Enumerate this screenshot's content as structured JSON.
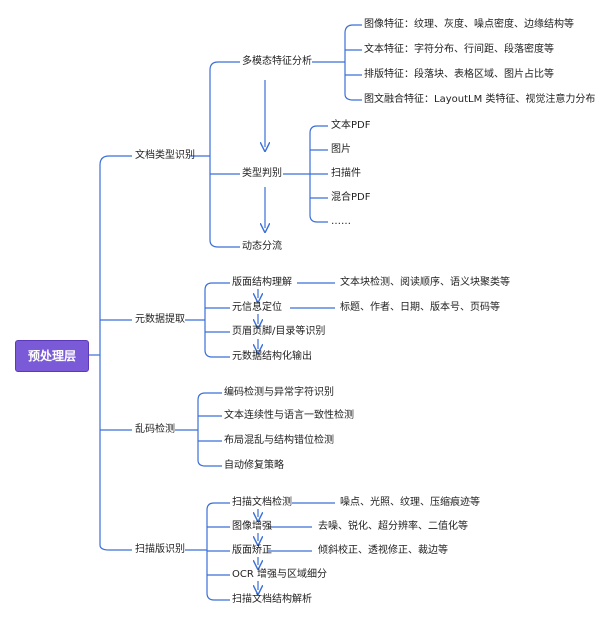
{
  "root": "预处理层",
  "branches": [
    {
      "label": "文档类型识别",
      "children": [
        {
          "label": "多模态特征分析",
          "items": [
            "图像特征：纹理、灰度、噪点密度、边缘结构等",
            "文本特征：字符分布、行间距、段落密度等",
            "排版特征：段落块、表格区域、图片占比等",
            "图文融合特征：LayoutLM 类特征、视觉注意力分布"
          ]
        },
        {
          "label": "类型判别",
          "items": [
            "文本PDF",
            "图片",
            "扫描件",
            "混合PDF",
            "……"
          ]
        },
        {
          "label": "动态分流"
        }
      ]
    },
    {
      "label": "元数据提取",
      "children": [
        {
          "label": "版面结构理解",
          "detail": "文本块检测、阅读顺序、语义块聚类等"
        },
        {
          "label": "元信息定位",
          "detail": "标题、作者、日期、版本号、页码等"
        },
        {
          "label": "页眉页脚/目录等识别"
        },
        {
          "label": "元数据结构化输出"
        }
      ]
    },
    {
      "label": "乱码检测",
      "children": [
        {
          "label": "编码检测与异常字符识别"
        },
        {
          "label": "文本连续性与语言一致性检测"
        },
        {
          "label": "布局混乱与结构错位检测"
        },
        {
          "label": "自动修复策略"
        }
      ]
    },
    {
      "label": "扫描版识别",
      "children": [
        {
          "label": "扫描文档检测",
          "detail": "噪点、光照、纹理、压缩痕迹等"
        },
        {
          "label": "图像增强",
          "detail": "去噪、锐化、超分辨率、二值化等"
        },
        {
          "label": "版面矫正",
          "detail": "倾斜校正、透视修正、裁边等"
        },
        {
          "label": "OCR 增强与区域细分"
        },
        {
          "label": "扫描文档结构解析"
        }
      ]
    }
  ],
  "colors": {
    "line": "#3b6fd8",
    "root": "#7b5ad8"
  }
}
